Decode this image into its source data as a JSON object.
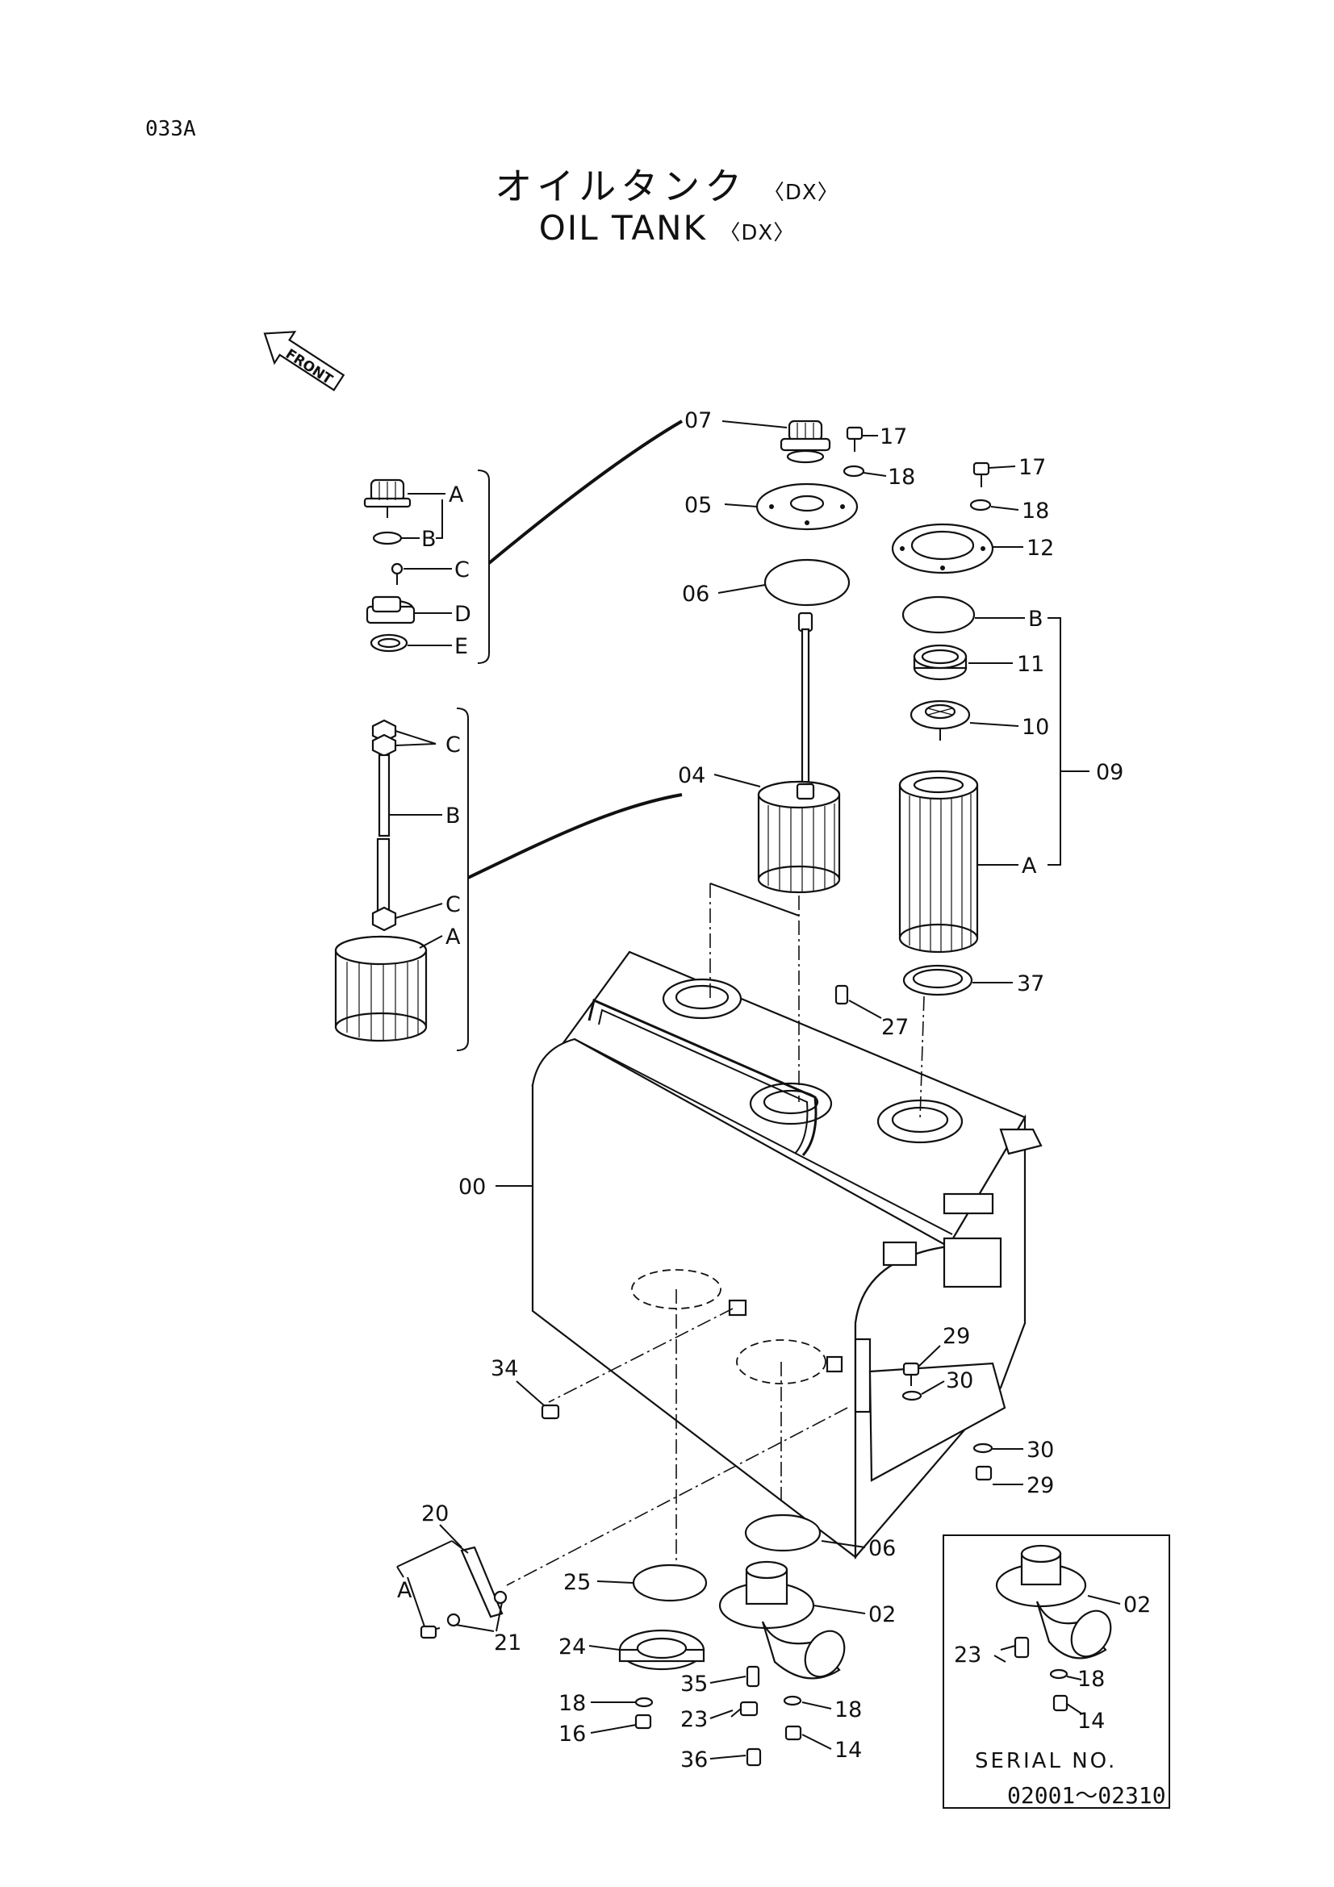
{
  "header": {
    "page_code": "033A",
    "title_jp": "オイルタンク",
    "title_en": "OIL TANK",
    "title_suffix": "〈DX〉"
  },
  "front_marker": "FRONT",
  "callouts": {
    "p07": "07",
    "p17a": "17",
    "p18a": "18",
    "p17b": "17",
    "p18b": "18",
    "p05": "05",
    "p12": "12",
    "p06a": "06",
    "pB9": "B",
    "p11": "11",
    "p10": "10",
    "p09": "09",
    "p04": "04",
    "pA9": "A",
    "p37": "37",
    "p27": "27",
    "p00": "00",
    "p29a": "29",
    "p30a": "30",
    "p30b": "30",
    "p29b": "29",
    "p34": "34",
    "p06b": "06",
    "p20": "20",
    "pA20": "A",
    "p21": "21",
    "p25": "25",
    "p02a": "02",
    "p24": "24",
    "p35": "35",
    "p18c": "18",
    "p18d": "18",
    "p16": "16",
    "p23a": "23",
    "p14a": "14",
    "p36": "36",
    "p02b": "02",
    "p23b": "23",
    "p18e": "18",
    "p14b": "14"
  },
  "detail_07_labels": [
    "A",
    "B",
    "C",
    "D",
    "E"
  ],
  "detail_04_labels": [
    "C",
    "B",
    "C",
    "A"
  ],
  "serial": {
    "label": "SERIAL NO.",
    "range": "02001～02310"
  }
}
